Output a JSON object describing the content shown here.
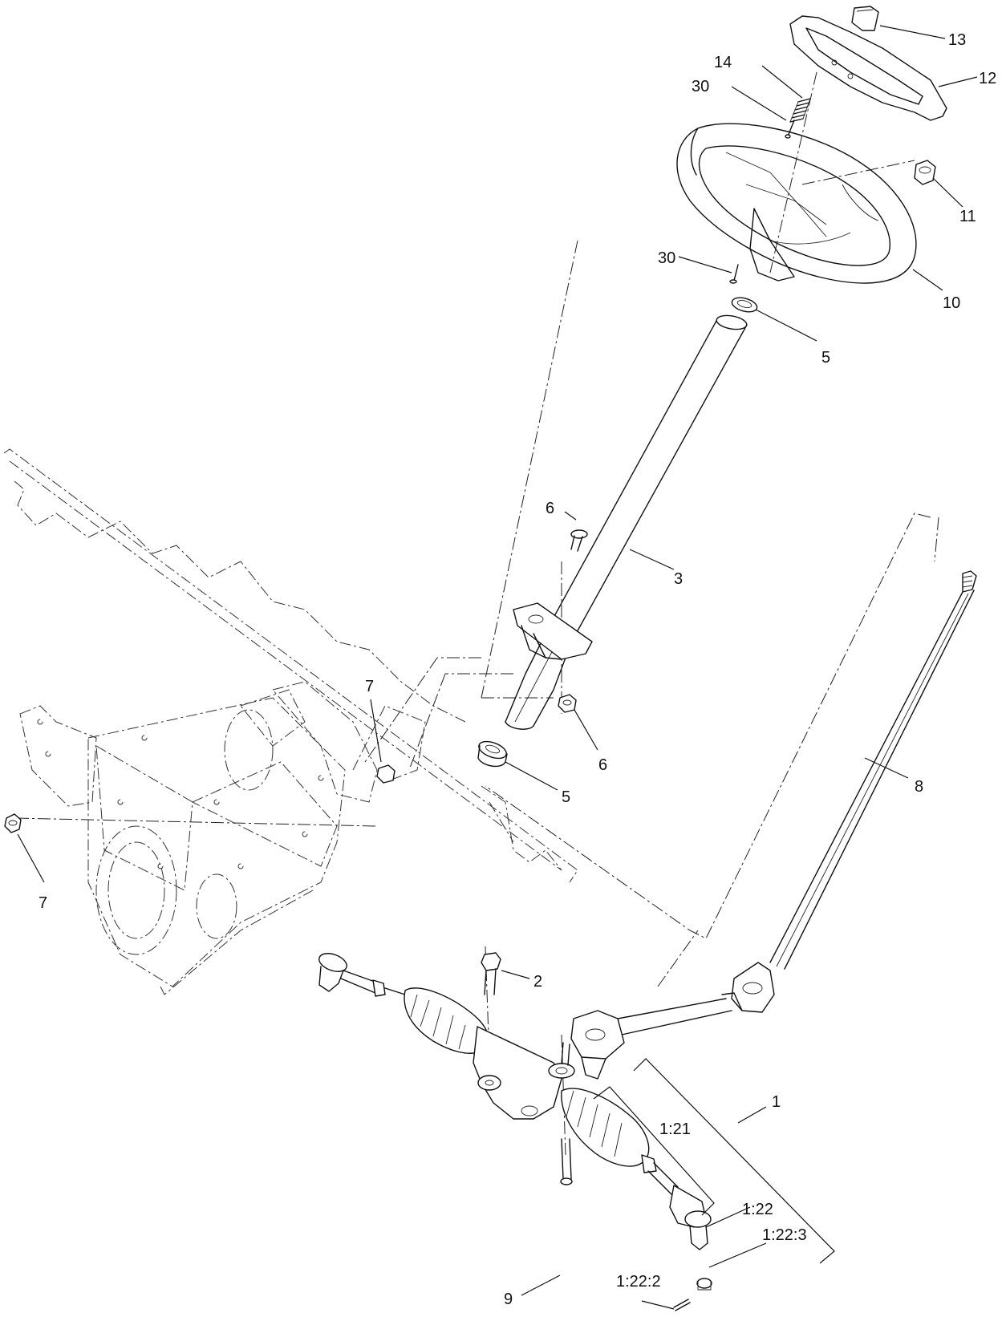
{
  "callouts": {
    "c13": "13",
    "c12": "12",
    "c14": "14",
    "c30a": "30",
    "c11": "11",
    "c30b": "30",
    "c10": "10",
    "c5a": "5",
    "c6a": "6",
    "c3": "3",
    "c8": "8",
    "c7a": "7",
    "c6b": "6",
    "c5b": "5",
    "c7b": "7",
    "c2": "2",
    "c1": "1",
    "c1_21": "1:21",
    "c1_22": "1:22",
    "c1_22_3": "1:22:3",
    "c1_22_2": "1:22:2",
    "c9": "9"
  }
}
